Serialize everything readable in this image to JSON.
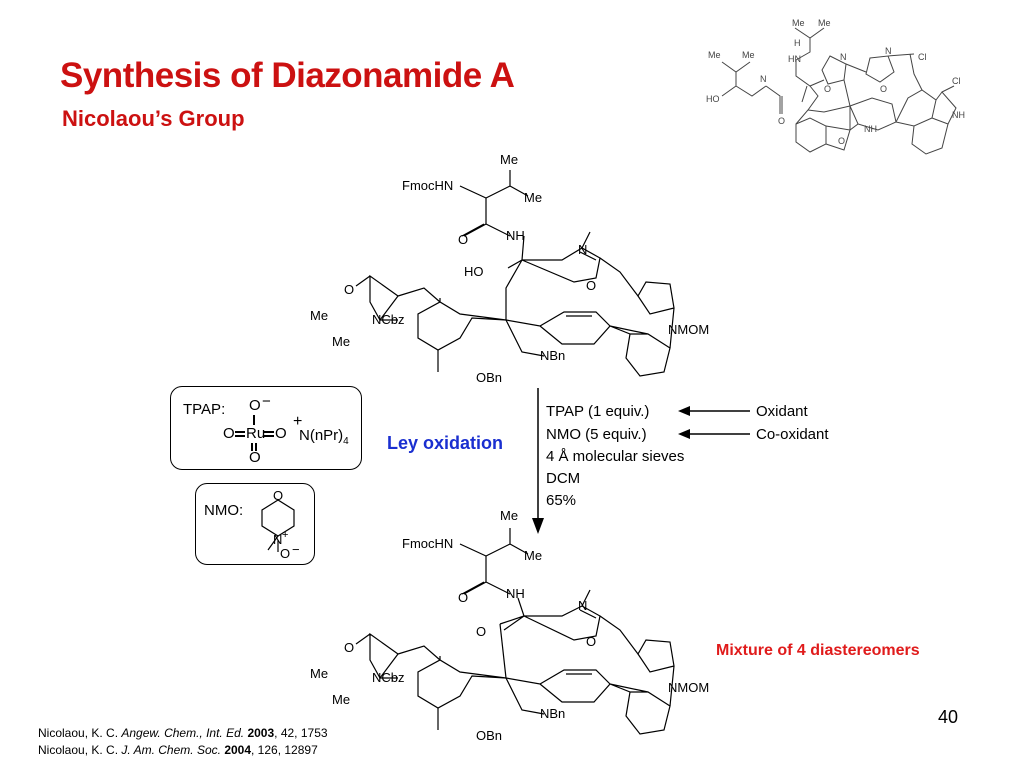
{
  "title": "Synthesis of Diazonamide A",
  "subtitle": "Nicolaou’s Group",
  "target_labels": {
    "me1": "Me",
    "me2": "Me",
    "h": "H",
    "hn": "HN",
    "me3": "Me",
    "me4": "Me",
    "n1": "N",
    "n2": "N",
    "cl1": "Cl",
    "o1": "O",
    "o2": "O",
    "nh1": "N",
    "ho": "HO",
    "o3": "O",
    "cl2": "Cl",
    "nh2": "NH",
    "nh3": "NH",
    "o4": "O"
  },
  "sm_labels": {
    "fmochn": "FmocHN",
    "me_top": "Me",
    "me_right": "Me",
    "o_amide": "O",
    "nh": "NH",
    "ho": "HO",
    "n_ox": "N",
    "o_ox": "O",
    "o_ring": "O",
    "me_a": "Me",
    "ncbz": "NCbz",
    "me_b": "Me",
    "nmom": "NMOM",
    "nbn": "NBn",
    "obn": "OBn"
  },
  "product_labels": {
    "fmochn": "FmocHN",
    "me_top": "Me",
    "me_right": "Me",
    "o_amide": "O",
    "nh": "NH",
    "o_ketone": "O",
    "n_ox": "N",
    "o_ox": "O",
    "o_ring": "O",
    "me_a": "Me",
    "ncbz": "NCbz",
    "me_b": "Me",
    "nmom": "NMOM",
    "nbn": "NBn",
    "obn": "OBn"
  },
  "tpap_box": {
    "label": "TPAP:",
    "o_top": "O",
    "minus": "−",
    "o_left": "O",
    "ru": "Ru",
    "o_right": "O",
    "o_bottom": "O",
    "plus": "+",
    "cation": "N(nPr)",
    "subscript": "4"
  },
  "nmo_box": {
    "label": "NMO:",
    "o": "O",
    "n": "N",
    "plus": "+",
    "o_minus": "O",
    "minus": "−"
  },
  "reaction_label": "Ley oxidation",
  "conditions": [
    "TPAP (1 equiv.)",
    "NMO (5 equiv.)",
    "4 Å molecular sieves",
    "DCM",
    "65%"
  ],
  "reagent_roles": [
    "Oxidant",
    "Co-oxidant"
  ],
  "note": "Mixture of 4 diastereomers",
  "slide_number": "40",
  "references": [
    {
      "author": "Nicolaou, K. C. ",
      "journal": "Angew. Chem., Int. Ed.",
      "year": "2003",
      "details": ", 42, 1753"
    },
    {
      "author": "Nicolaou, K. C. ",
      "journal": "J. Am. Chem. Soc.",
      "year": "2004",
      "details": ", 126, 12897"
    }
  ]
}
